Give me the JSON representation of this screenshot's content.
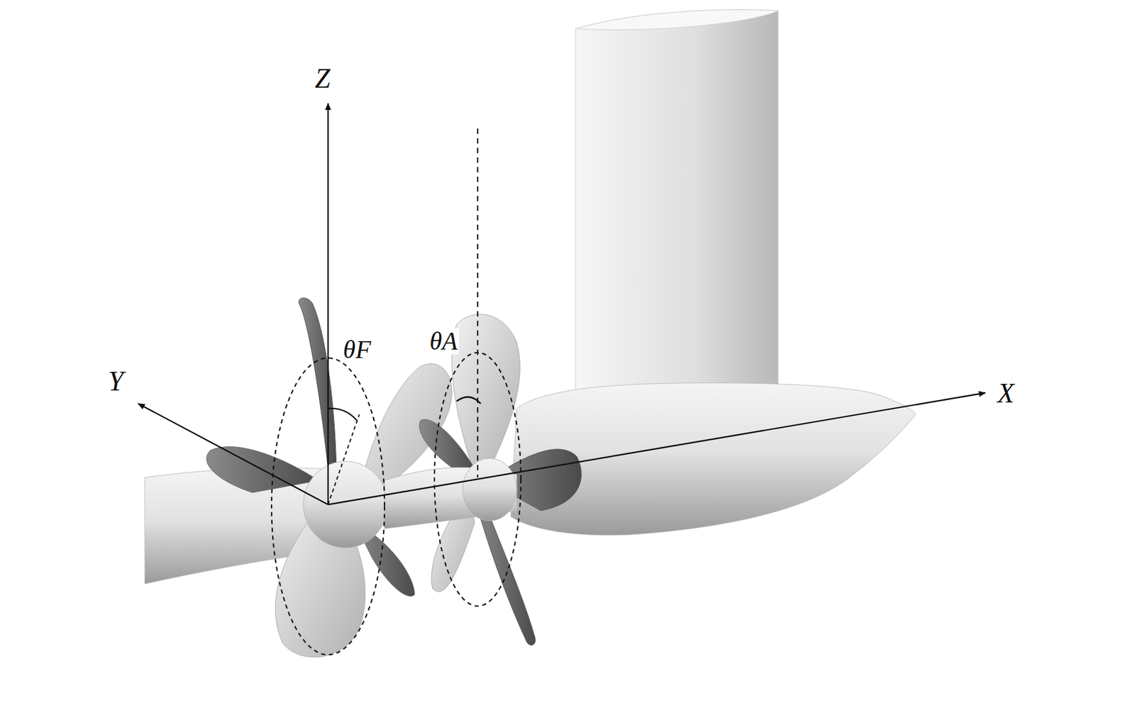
{
  "diagram": {
    "labels": [
      "Z",
      "Y",
      "X",
      "θF",
      "θA"
    ]
  }
}
